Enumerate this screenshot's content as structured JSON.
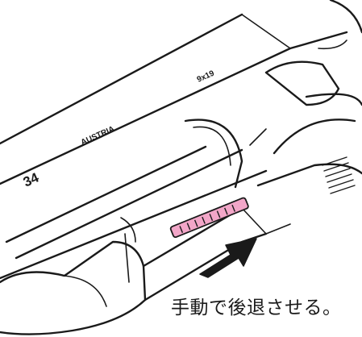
{
  "illustration": {
    "slide_text_left": "34",
    "slide_text_brand": "AUSTRIA",
    "slide_text_caliber": "9x19",
    "mark_color": "#f2a6c8",
    "arrow_direction": "rearward",
    "caption": "手動で後退させる。"
  }
}
